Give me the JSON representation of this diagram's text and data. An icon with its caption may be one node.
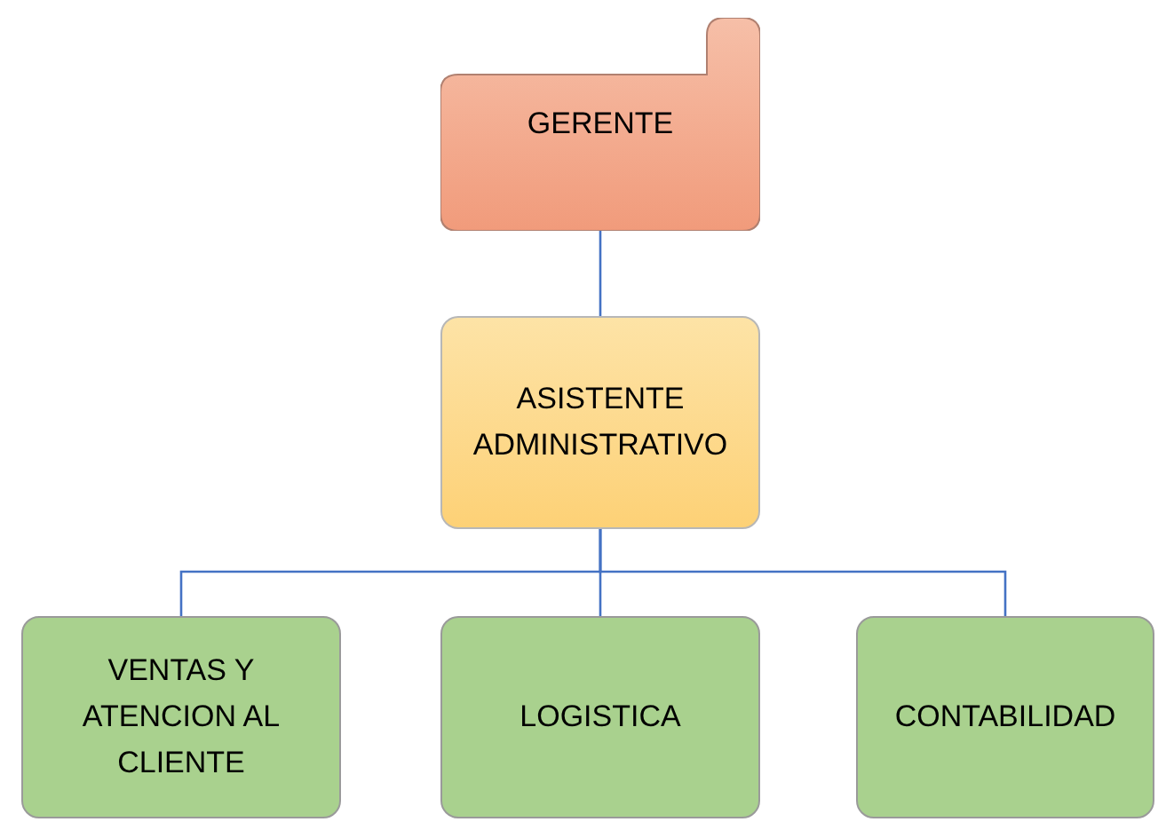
{
  "diagram": {
    "nodes": [
      {
        "text": [
          "GERENTE"
        ]
      },
      {
        "text": [
          "ASISTENTE ADMINISTRATIVO"
        ]
      },
      {
        "text": [
          "VENTAS Y ATENCION AL CLIENTE"
        ]
      },
      {
        "text": [
          "LOGISTICA"
        ]
      },
      {
        "text": [
          "CONTABILIDAD"
        ]
      }
    ],
    "edges": [
      {
        "from": 0,
        "to": 1,
        "arrow": "none"
      },
      {
        "from": 1,
        "to": 2,
        "arrow": "none"
      },
      {
        "from": 1,
        "to": 3,
        "arrow": "none"
      },
      {
        "from": 1,
        "to": 4,
        "arrow": "none"
      }
    ]
  }
}
